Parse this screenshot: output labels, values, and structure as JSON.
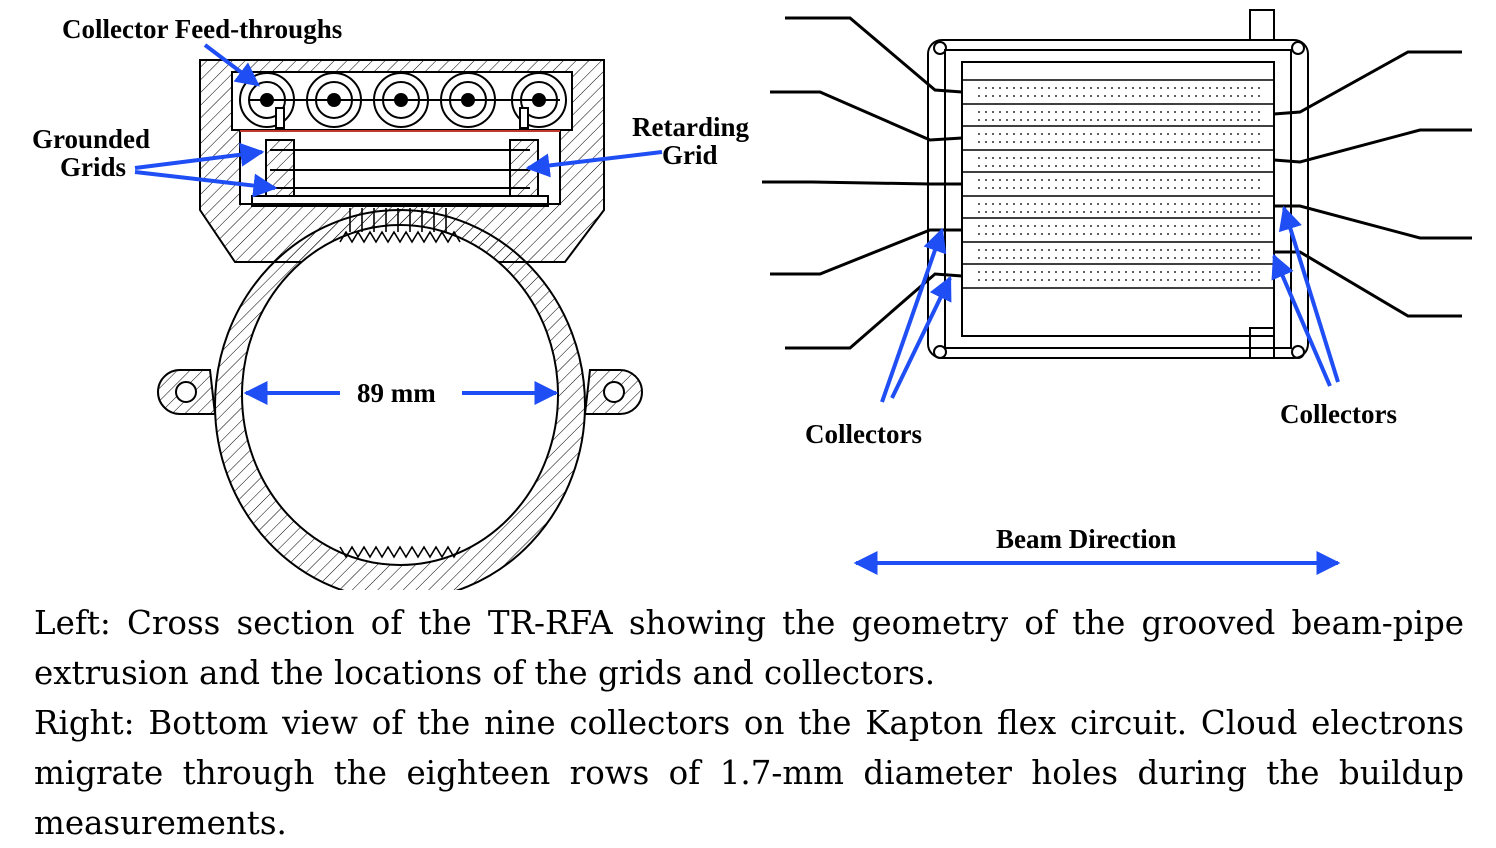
{
  "left_diagram": {
    "labels": {
      "feedthroughs": "Collector Feed-throughs",
      "grounded_line1": "Grounded",
      "grounded_line2": "Grids",
      "retarding_line1": "Retarding",
      "retarding_line2": "Grid",
      "diameter": "89 mm"
    }
  },
  "right_diagram": {
    "labels": {
      "collectors_left": "Collectors",
      "collectors_right": "Collectors",
      "beam": "Beam Direction"
    }
  },
  "caption": {
    "left": "Left: Cross section of the TR-RFA showing the geometry of the grooved beam-pipe extrusion and the locations of the grids and collectors.",
    "right": "Right: Bottom view of the nine collectors on the Kapton flex circuit. Cloud electrons migrate through the eighteen rows of 1.7-mm diameter holes during the buildup measurements."
  },
  "colors": {
    "arrow": "#1f4ef5",
    "ink": "#000000"
  }
}
